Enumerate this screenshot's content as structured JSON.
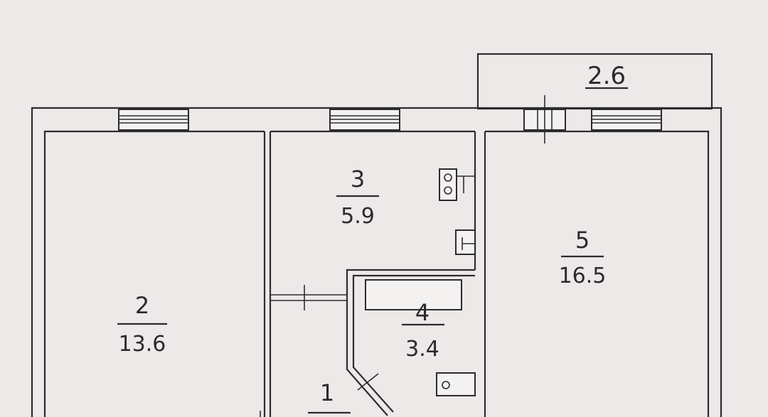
{
  "plan": {
    "rooms": [
      {
        "number": "2",
        "area": "13.6"
      },
      {
        "number": "3",
        "area": "5.9"
      },
      {
        "number": "4",
        "area": "3.4"
      },
      {
        "number": "5",
        "area": "16.5"
      },
      {
        "number": "1",
        "area": ""
      }
    ],
    "balcony": {
      "area": "2.6"
    }
  },
  "colors": {
    "paper": "#ece9e8",
    "ink": "#2c2c2f"
  }
}
